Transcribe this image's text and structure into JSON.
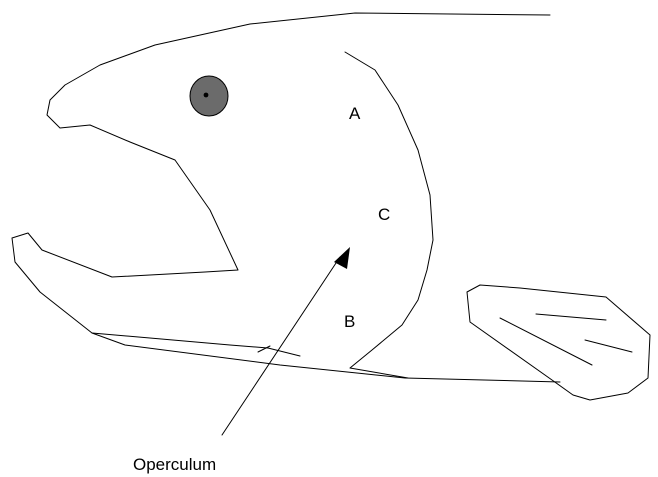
{
  "labels": {
    "a": "A",
    "b": "B",
    "c": "C",
    "operculum": "Operculum"
  },
  "colors": {
    "line": "#000000",
    "eye_fill": "#6b6b6b",
    "pupil": "#000000",
    "background": "#ffffff"
  }
}
